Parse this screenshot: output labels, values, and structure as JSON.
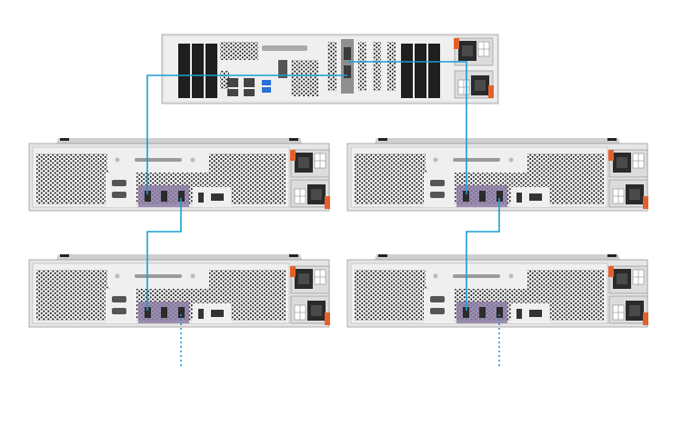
{
  "diagram": {
    "kind": "storage-expansion-cabling",
    "nodes": [
      {
        "id": "host-nas",
        "role": "host"
      },
      {
        "id": "expansion-1",
        "role": "expansion-unit"
      },
      {
        "id": "expansion-2",
        "role": "expansion-unit"
      },
      {
        "id": "expansion-3",
        "role": "expansion-unit"
      },
      {
        "id": "expansion-4",
        "role": "expansion-unit"
      }
    ],
    "edges": [
      {
        "from": "host-nas",
        "to": "expansion-1",
        "style": "solid"
      },
      {
        "from": "host-nas",
        "to": "expansion-2",
        "style": "solid"
      },
      {
        "from": "expansion-1",
        "to": "expansion-3",
        "style": "solid"
      },
      {
        "from": "expansion-2",
        "to": "expansion-4",
        "style": "solid"
      },
      {
        "from": "expansion-3",
        "to": "more",
        "style": "dotted"
      },
      {
        "from": "expansion-4",
        "to": "more",
        "style": "dotted"
      }
    ]
  },
  "colors": {
    "cable": "#1a9ed6",
    "chassis": "#e4e4e4",
    "port_panel": "#8c7ca6",
    "psu_handle": "#e4602b"
  }
}
